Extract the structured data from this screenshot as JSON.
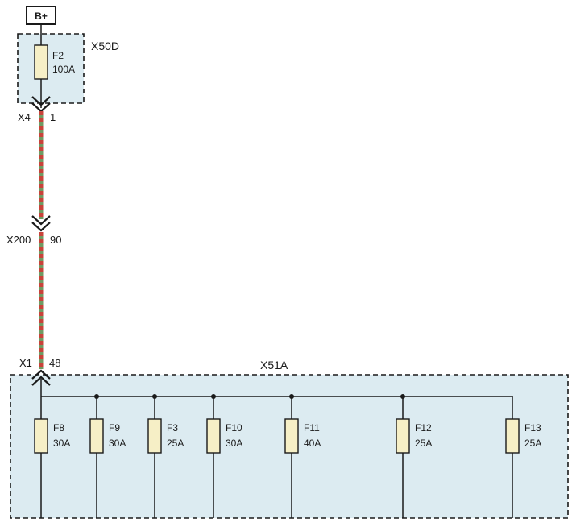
{
  "power_source": {
    "label": "B+"
  },
  "upper_box": {
    "label": "X50D",
    "fuse": {
      "name": "F2",
      "rating": "100A"
    }
  },
  "connectors": [
    {
      "name": "X4",
      "pin": "1"
    },
    {
      "name": "X200",
      "pin": "90"
    },
    {
      "name": "X1",
      "pin": "48"
    }
  ],
  "lower_box": {
    "label": "X51A",
    "fuses": [
      {
        "name": "F8",
        "rating": "30A"
      },
      {
        "name": "F9",
        "rating": "30A"
      },
      {
        "name": "F3",
        "rating": "25A"
      },
      {
        "name": "F10",
        "rating": "30A"
      },
      {
        "name": "F11",
        "rating": "40A"
      },
      {
        "name": "F12",
        "rating": "25A"
      },
      {
        "name": "F13",
        "rating": "25A"
      }
    ]
  },
  "colors": {
    "box_fill": "#dcebf1",
    "wire_red": "#c8433a",
    "wire_green": "#6f9b63",
    "fuse_fill": "#f6efc6",
    "line": "#1a1a1a"
  }
}
